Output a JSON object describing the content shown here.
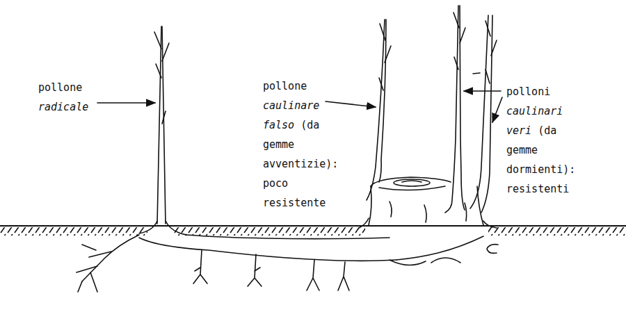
{
  "diagram": {
    "labels": [
      "pollone radicale",
      "pollone caulinare falso (da gemme avventizie): poco resistente",
      "polloni caulinari veri (da gemme dormienti): resistenti"
    ]
  }
}
